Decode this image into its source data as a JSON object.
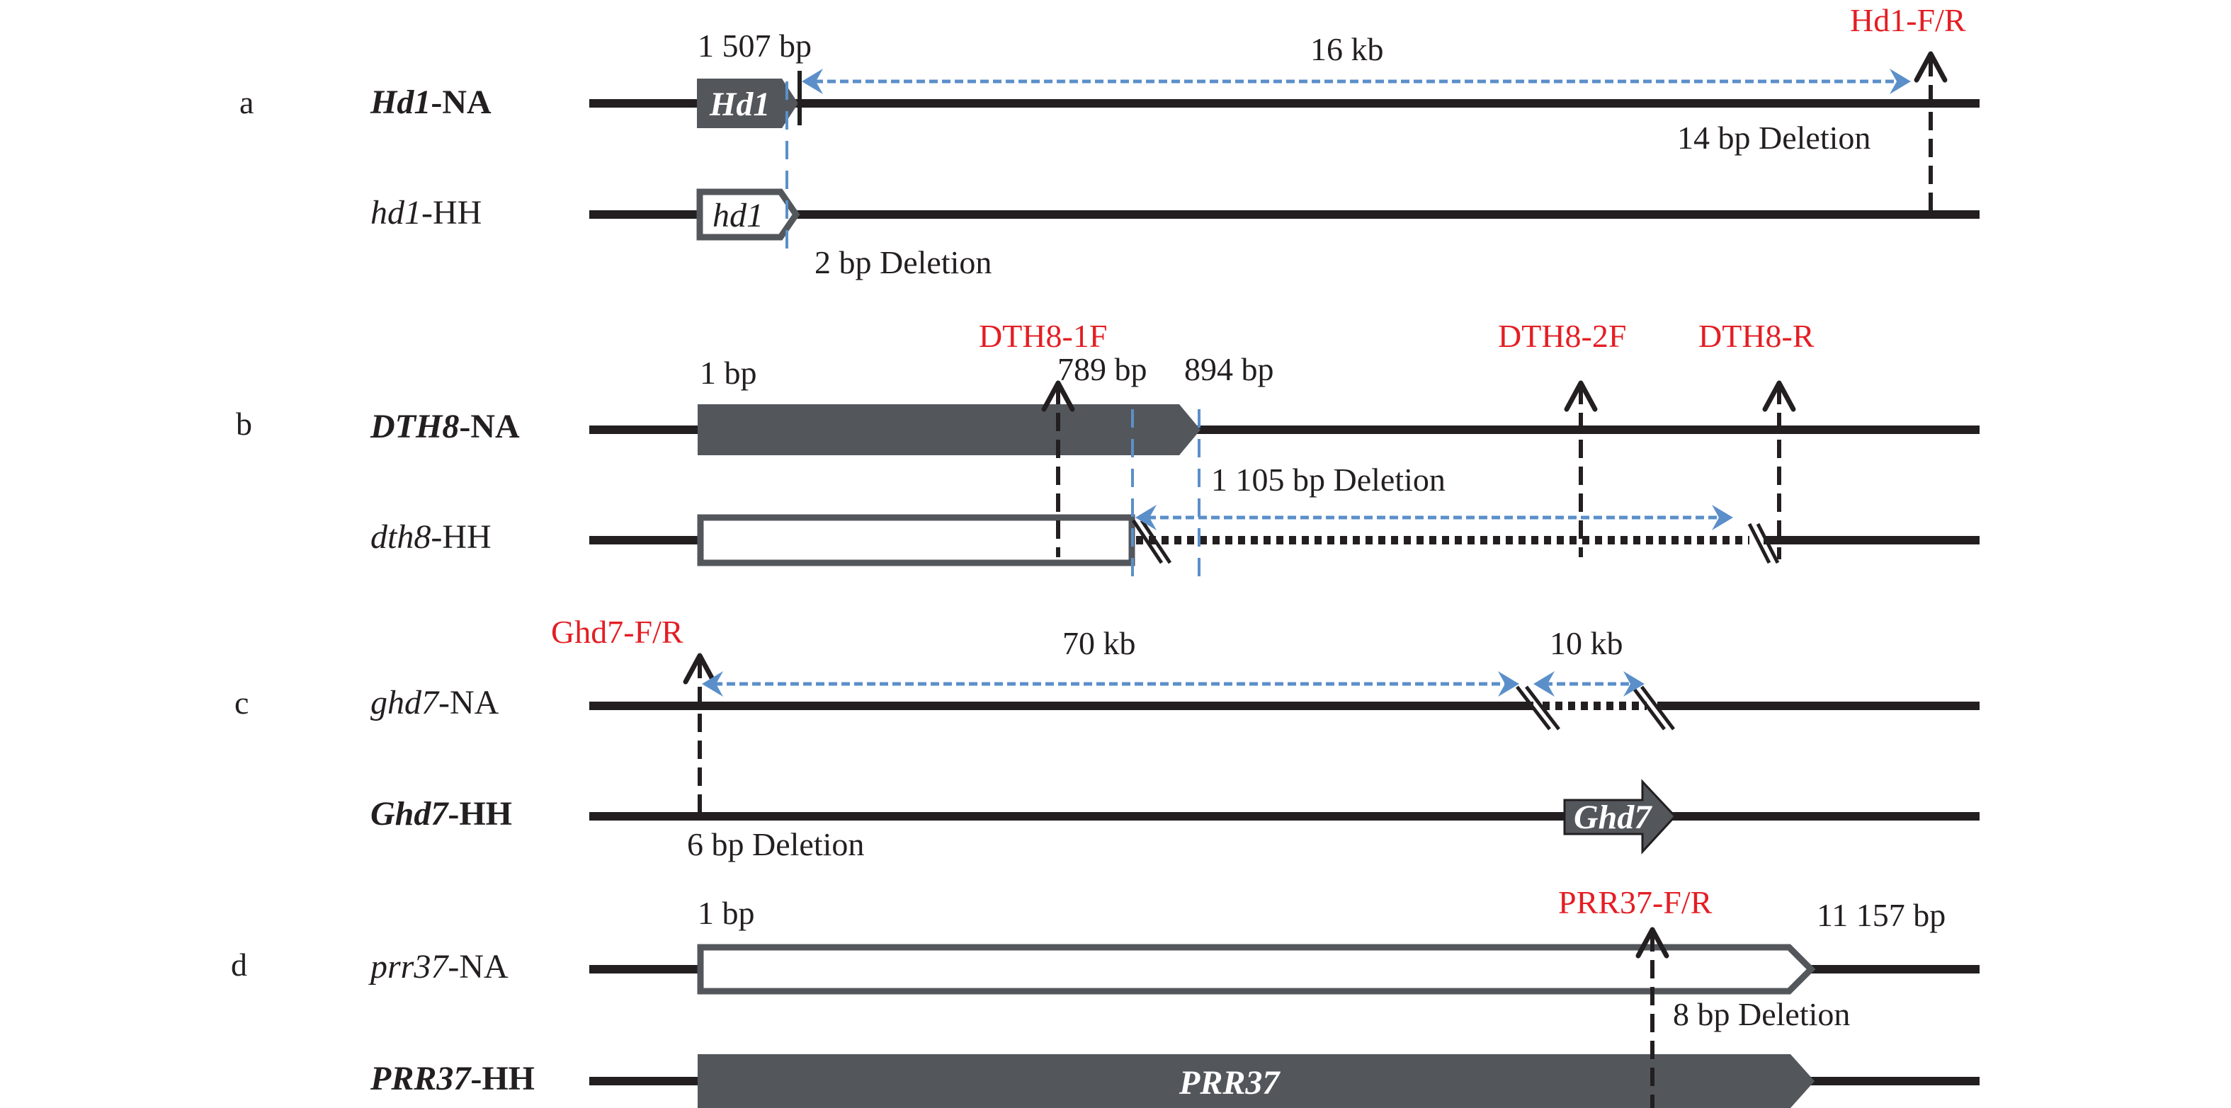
{
  "figure": {
    "colors": {
      "line": "#231f20",
      "gene_box": "#53575c",
      "primer_label": "#e31e24",
      "interval_arrow": "#5b8fc9"
    },
    "panels": [
      {
        "id": "a",
        "label": "a",
        "rows": [
          {
            "allele_italic": "Hd1",
            "suffix": "-NA",
            "bold": true,
            "gene_box_label": "Hd1",
            "gene_box_style": "filled"
          },
          {
            "allele_italic": "hd1",
            "suffix": "-HH",
            "bold": false,
            "gene_box_label": "hd1",
            "gene_box_style": "hollow"
          }
        ],
        "annotations": {
          "gene_end": "1 507 bp",
          "interval": "16 kb",
          "primer": "Hd1-F/R",
          "deletion_upper": "14 bp Deletion",
          "deletion_lower": "2 bp Deletion"
        }
      },
      {
        "id": "b",
        "label": "b",
        "rows": [
          {
            "allele_italic": "DTH8",
            "suffix": "-NA",
            "bold": true,
            "gene_box_style": "filled"
          },
          {
            "allele_italic": "dth8",
            "suffix": "-HH",
            "bold": false,
            "gene_box_style": "hollow"
          }
        ],
        "annotations": {
          "start": "1 bp",
          "pos1": "789 bp",
          "pos2": "894 bp",
          "deletion": "1 105 bp Deletion",
          "primers": [
            "DTH8-1F",
            "DTH8-2F",
            "DTH8-R"
          ]
        }
      },
      {
        "id": "c",
        "label": "c",
        "rows": [
          {
            "allele_italic": "ghd7",
            "suffix": "-NA",
            "bold": false
          },
          {
            "allele_italic": "Ghd7",
            "suffix": "-HH",
            "bold": true,
            "gene_box_label": "Ghd7",
            "gene_box_style": "filled"
          }
        ],
        "annotations": {
          "primer": "Ghd7-F/R",
          "interval1": "70 kb",
          "interval2": "10 kb",
          "deletion": "6 bp Deletion"
        }
      },
      {
        "id": "d",
        "label": "d",
        "rows": [
          {
            "allele_italic": "prr37",
            "suffix": "-NA",
            "bold": false,
            "gene_box_style": "hollow"
          },
          {
            "allele_italic": "PRR37",
            "suffix": "-HH",
            "bold": true,
            "gene_box_label": "PRR37",
            "gene_box_style": "filled"
          }
        ],
        "annotations": {
          "start": "1 bp",
          "end": "11 157 bp",
          "primer": "PRR37-F/R",
          "deletion": "8 bp Deletion"
        }
      }
    ]
  }
}
